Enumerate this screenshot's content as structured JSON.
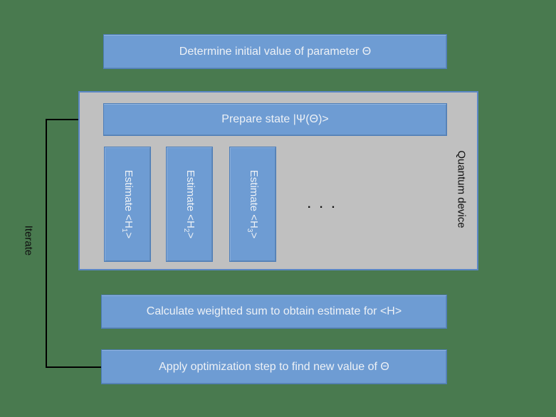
{
  "colors": {
    "background": "#497a4f",
    "box_fill": "#6e9cd3",
    "box_border": "#4d7db8",
    "device_fill": "#c0c0c0",
    "device_border": "#5b87c5",
    "box_text": "#edf1f6",
    "label_text": "#101010",
    "arrow": "#000000"
  },
  "boxes": {
    "determine": "Determine initial value of parameter Θ",
    "prepare": "Prepare state |Ψ(Θ)>",
    "calculate": "Calculate weighted sum to obtain estimate for <H>",
    "apply": "Apply optimization step to find new value of Θ"
  },
  "estimate_boxes": [
    {
      "prefix": "Estimate <H",
      "sub": "1",
      "suffix": ">"
    },
    {
      "prefix": "Estimate <H",
      "sub": "2",
      "suffix": ">"
    },
    {
      "prefix": "Estimate <H",
      "sub": "3",
      "suffix": ">"
    }
  ],
  "labels": {
    "quantum_device": "Quantum device",
    "iterate": "Iterate",
    "ellipsis": ". . ."
  }
}
